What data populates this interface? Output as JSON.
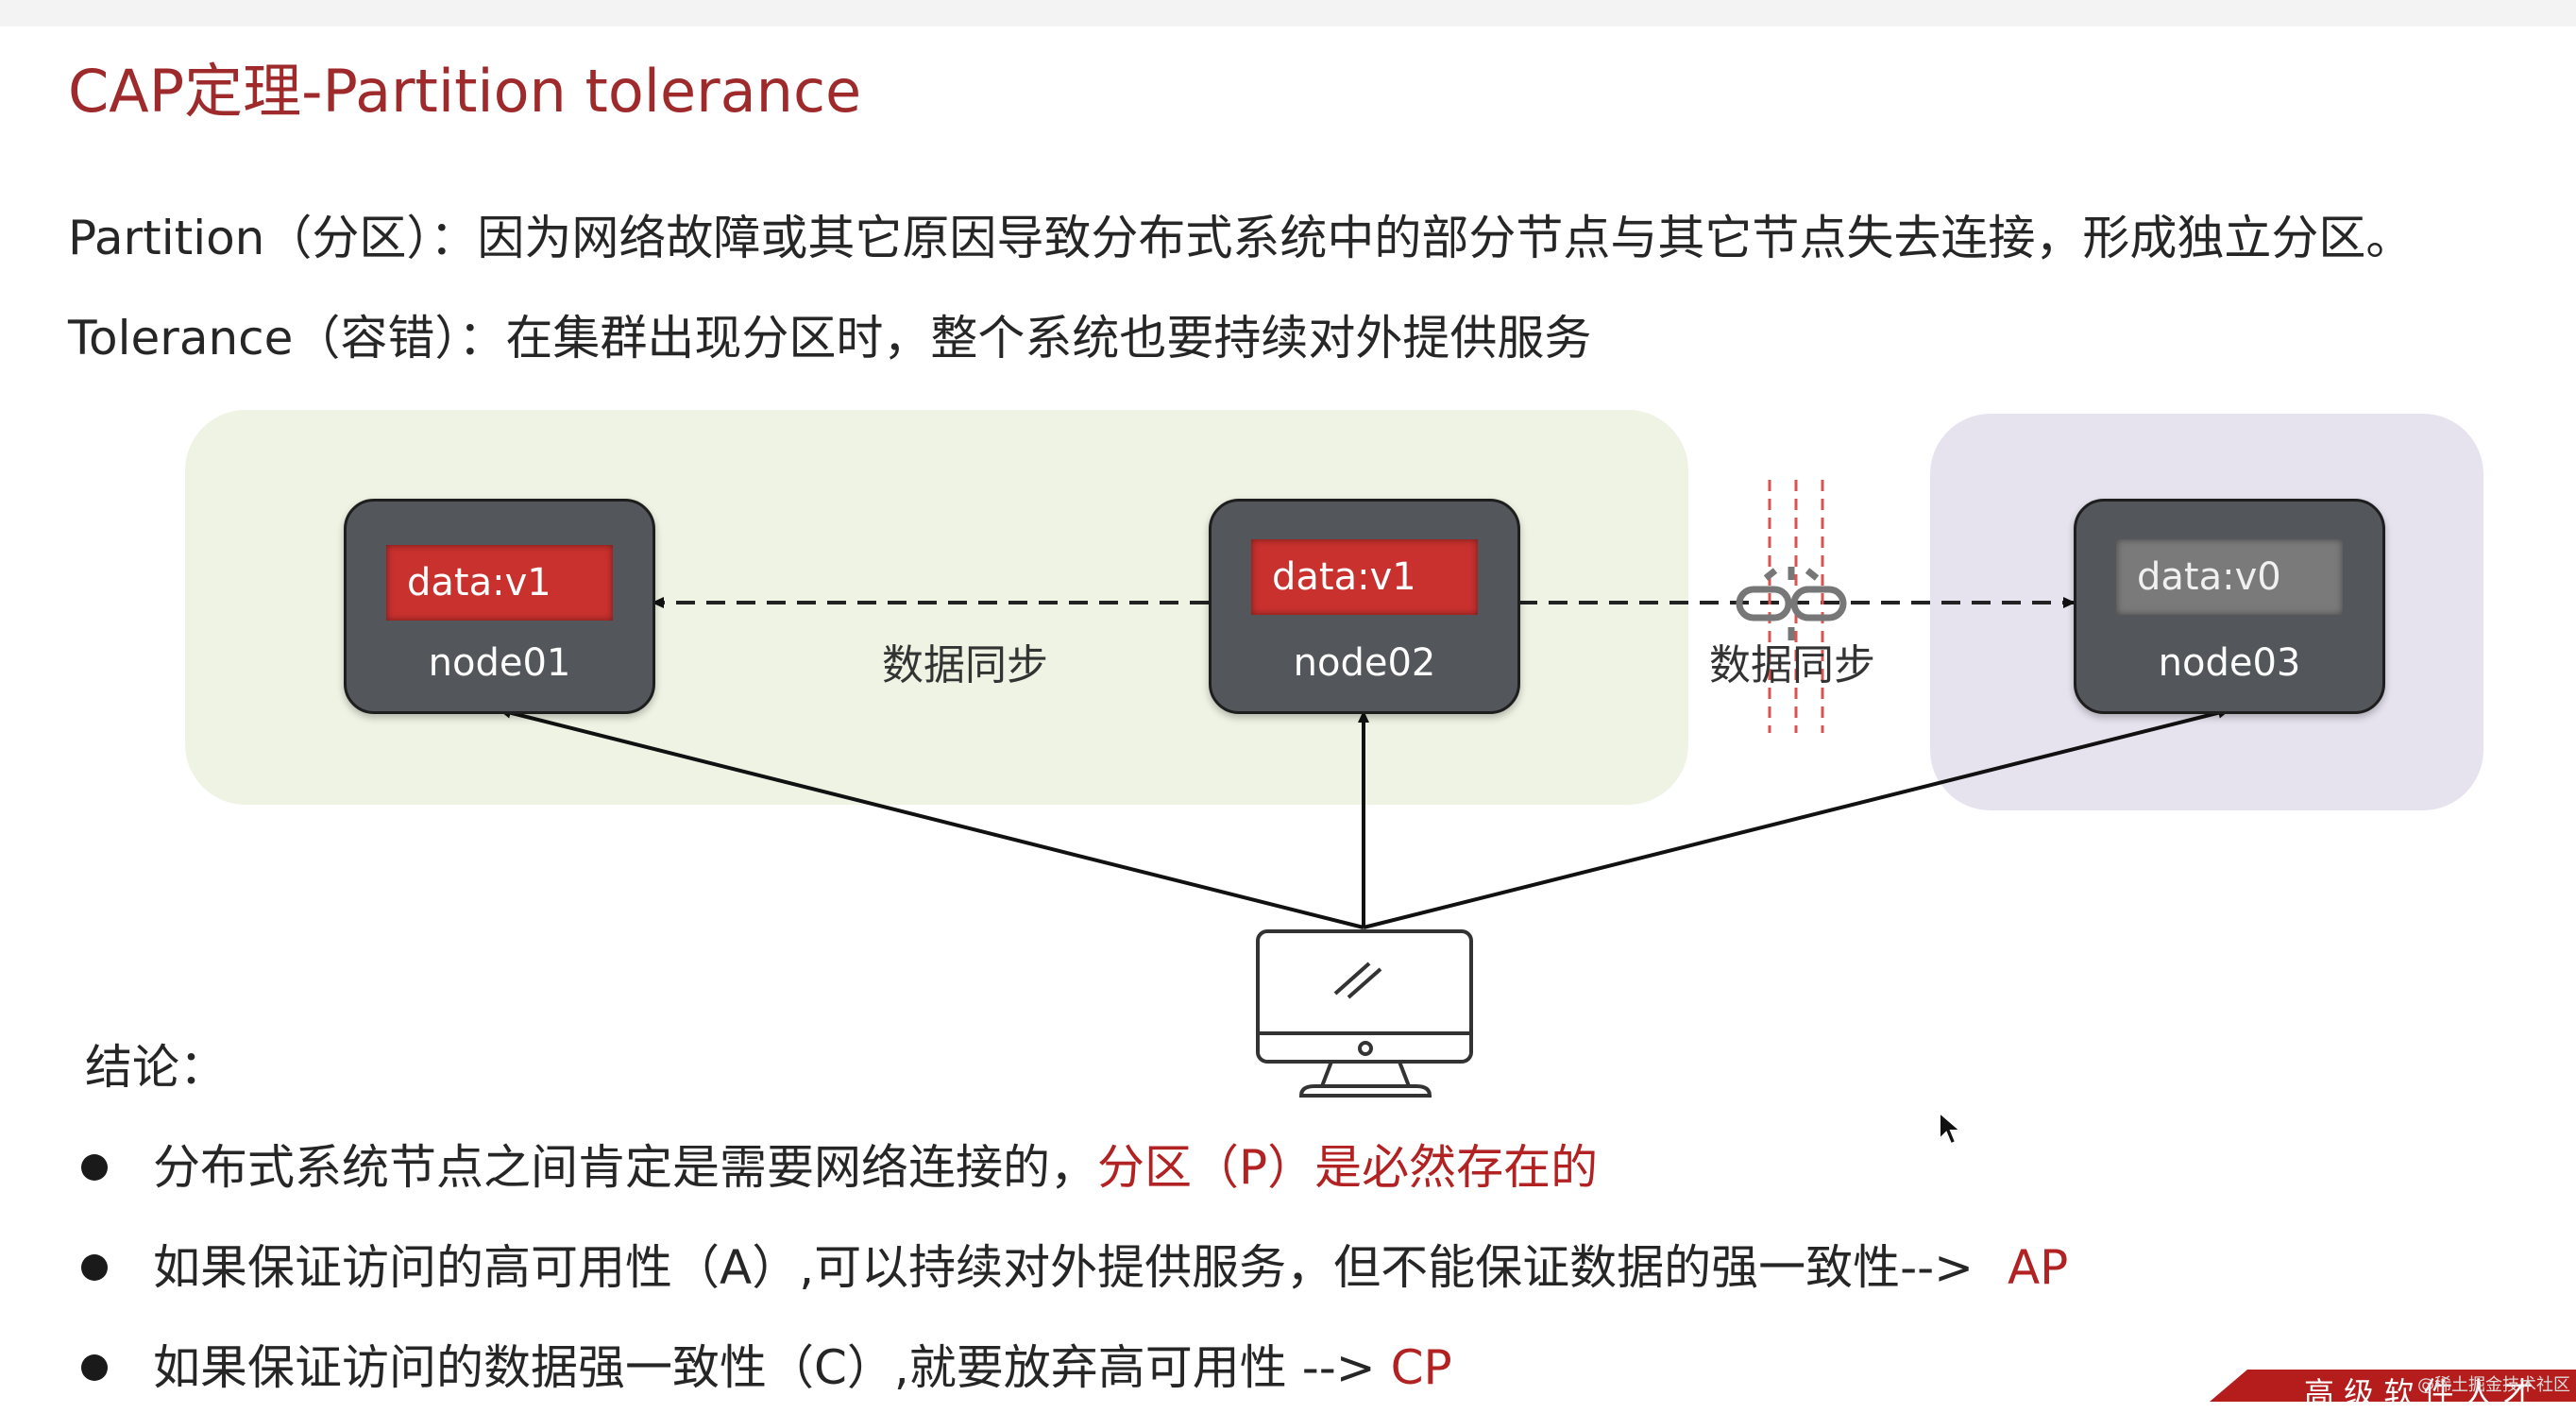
{
  "slide": {
    "title": "CAP定理-Partition tolerance",
    "partition_line": "Partition（分区）：因为网络故障或其它原因导致分布式系统中的部分节点与其它节点失去连接，形成独立分区。",
    "tolerance_line": "Tolerance（容错）：在集群出现分区时，整个系统也要持续对外提供服务"
  },
  "diagram": {
    "nodes": [
      {
        "name": "node01",
        "data": "data:v1",
        "data_color": "#c8312e"
      },
      {
        "name": "node02",
        "data": "data:v1",
        "data_color": "#c8312e"
      },
      {
        "name": "node03",
        "data": "data:v0",
        "data_color": "#7a7a7a"
      }
    ],
    "sync_left": "数据同步",
    "sync_right": "数据同步",
    "zone_a_color": "#eff3e3",
    "zone_b_color": "#e6e3ef",
    "partition_line_color": "#d9534f"
  },
  "conclusion": {
    "heading": "结论：",
    "bullets": [
      {
        "text": "分布式系统节点之间肯定是需要网络连接的，",
        "highlight": "分区（P）是必然存在的"
      },
      {
        "text": "如果保证访问的高可用性（A）,可以持续对外提供服务，但不能保证数据的强一致性--> ",
        "highlight": "AP"
      },
      {
        "text": "如果保证访问的数据强一致性（C）,就要放弃高可用性   --> ",
        "highlight": "CP"
      }
    ]
  },
  "footer": {
    "banner_text": "高 级 软 件 人 才",
    "watermark": "@稀土掘金技术社区",
    "accent": "#b51d1d"
  }
}
